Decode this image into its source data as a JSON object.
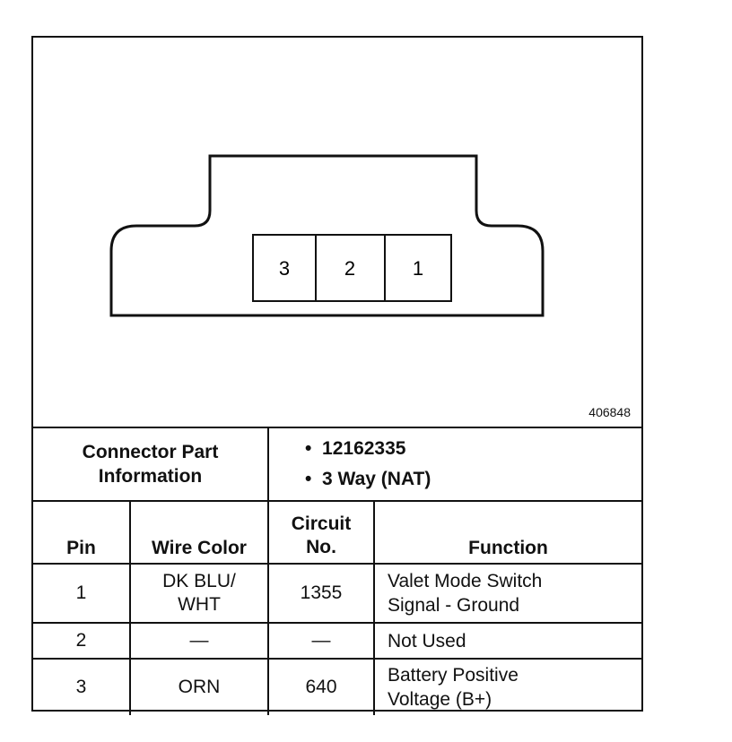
{
  "figure_number": "406848",
  "connector": {
    "cavities": [
      "3",
      "2",
      "1"
    ]
  },
  "part_info": {
    "label_line1": "Connector Part",
    "label_line2": "Information",
    "items": [
      "12162335",
      "3 Way (NAT)"
    ]
  },
  "table": {
    "headers": {
      "pin": "Pin",
      "wire_color": "Wire Color",
      "circuit_line1": "Circuit",
      "circuit_line2": "No.",
      "function": "Function"
    },
    "rows": [
      {
        "pin": "1",
        "wire_color_line1": "DK BLU/",
        "wire_color_line2": "WHT",
        "circuit": "1355",
        "function_line1": "Valet Mode Switch",
        "function_line2": "Signal - Ground"
      },
      {
        "pin": "2",
        "wire_color_line1": "—",
        "wire_color_line2": "",
        "circuit": "—",
        "function_line1": "Not Used",
        "function_line2": ""
      },
      {
        "pin": "3",
        "wire_color_line1": "ORN",
        "wire_color_line2": "",
        "circuit": "640",
        "function_line1": "Battery Positive",
        "function_line2": "Voltage (B+)"
      }
    ]
  }
}
